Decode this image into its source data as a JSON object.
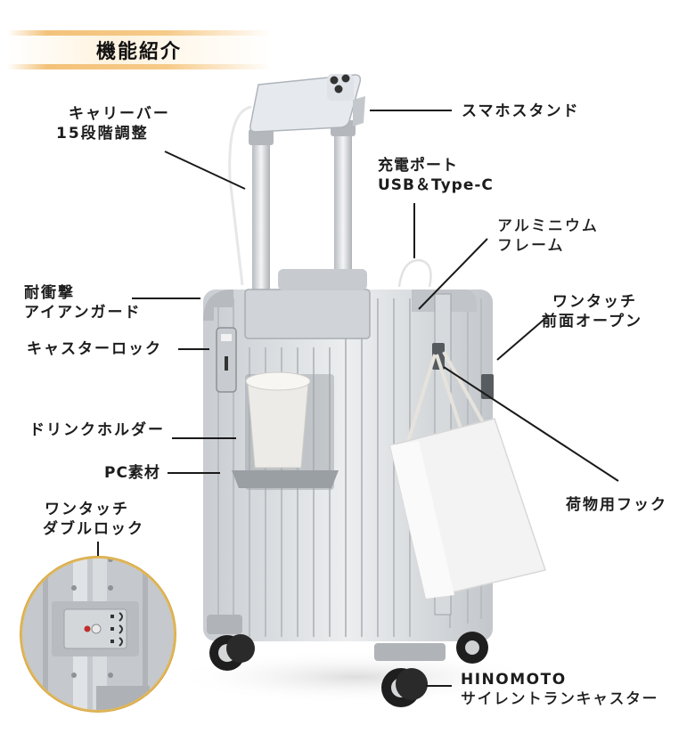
{
  "header": {
    "title": "機能紹介",
    "accent_color": "#f3c27a"
  },
  "callouts": {
    "carry_bar": {
      "line1": "キャリーバー",
      "line2": "15段階調整"
    },
    "phone_stand": {
      "line1": "スマホスタンド"
    },
    "charge_port": {
      "line1": "充電ポート",
      "line2": "USB＆Type-C"
    },
    "aluminum_frame": {
      "line1": "アルミニウム",
      "line2": "フレーム"
    },
    "impact_guard": {
      "line1": "耐衝撃",
      "line2": "アイアンガード"
    },
    "front_open": {
      "line1": "ワンタッチ",
      "line2": "前面オープン"
    },
    "caster_lock": {
      "line1": "キャスターロック"
    },
    "drink_holder": {
      "line1": "ドリンクホルダー"
    },
    "pc_material": {
      "line1": "PC素材"
    },
    "luggage_hook": {
      "line1": "荷物用フック"
    },
    "double_lock": {
      "line1": "ワンタッチ",
      "line2": "ダブルロック"
    },
    "silent_caster": {
      "line1": "HINOMOTO",
      "line2": "サイレントランキャスター"
    }
  },
  "colors": {
    "suitcase_silver": "#d9dcdf",
    "inset_ring": "#d6a640",
    "wheel": "#1e1e1e"
  }
}
